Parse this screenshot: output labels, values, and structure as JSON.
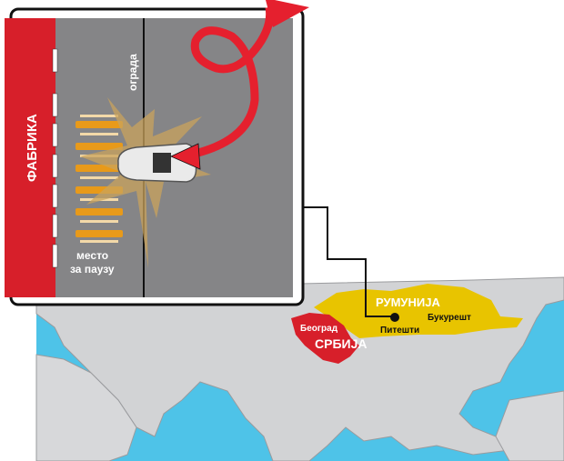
{
  "diagram": {
    "factory_label": "ФАБРИКА",
    "fence_label": "ограда",
    "rest_area_label_line1": "место",
    "rest_area_label_line2": "за паузу"
  },
  "map": {
    "romania_label": "РУМУНИЈА",
    "pitesti_label": "Питешти",
    "bucharest_label": "Букурешт",
    "belgrade_label": "Београд",
    "serbia_label": "СРБИЈА"
  },
  "colors": {
    "red": "#d71f2a",
    "road": "#858587",
    "yellow": "#e8c400",
    "sea": "#4ec3e8",
    "land": "#d2d3d5",
    "orange": "#e89a1a"
  }
}
